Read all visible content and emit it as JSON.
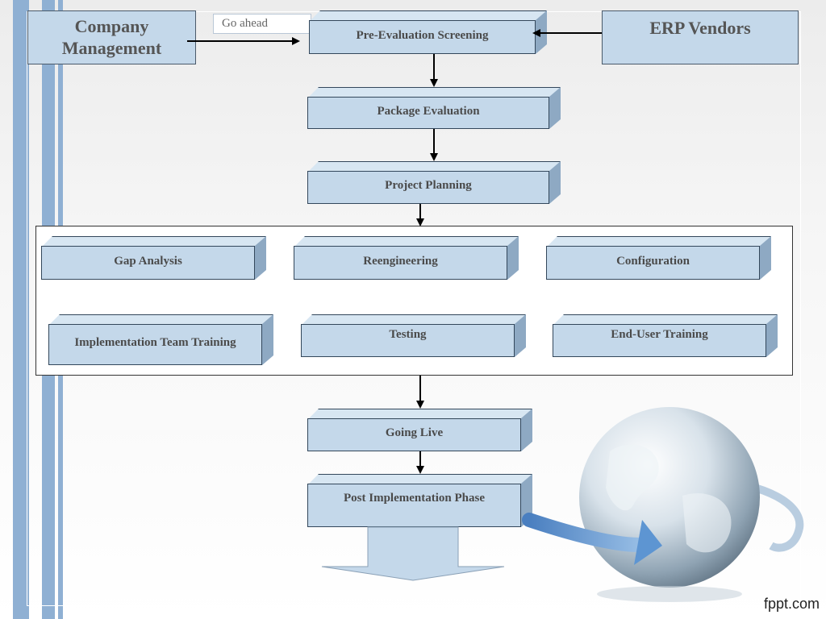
{
  "diagram": {
    "actors": {
      "company_management": "Company Management",
      "erp_vendors": "ERP Vendors",
      "go_ahead": "Go ahead"
    },
    "steps": {
      "pre_evaluation": "Pre-Evaluation Screening",
      "package_evaluation": "Package Evaluation",
      "project_planning": "Project Planning",
      "going_live": "Going Live",
      "post_implementation": "Post Implementation Phase"
    },
    "implementation_phase": {
      "gap_analysis": "Gap Analysis",
      "reengineering": "Reengineering",
      "configuration": "Configuration",
      "team_training": "Implementation Team Training",
      "testing": "Testing",
      "end_user_training": "End-User Training"
    }
  },
  "branding": {
    "logo": "fppt.com"
  },
  "colors": {
    "box_fill": "#c4d8ea",
    "box_side": "#8ea9c3",
    "stripe": "#8fb0d3",
    "arrow": "#000000"
  }
}
